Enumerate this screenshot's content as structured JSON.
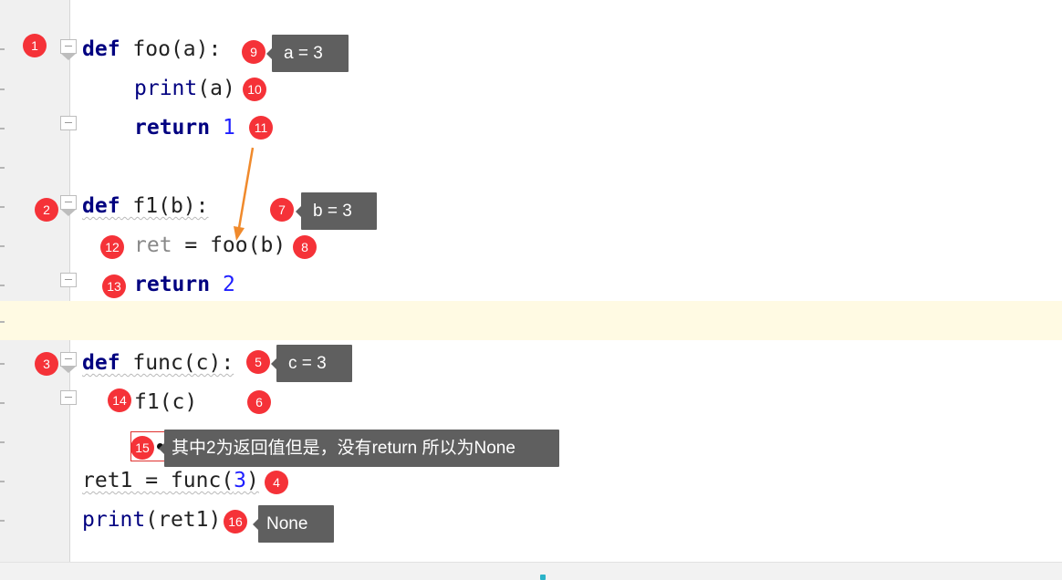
{
  "editor": {
    "lines": {
      "def_foo": {
        "kw": "def",
        "rest": "foo(a):"
      },
      "print_a": {
        "bi": "print",
        "rest": "(a)"
      },
      "return_1": {
        "kw": "return",
        "num": "1"
      },
      "def_f1": {
        "kw": "def",
        "rest": "f1(b):"
      },
      "ret_foo": {
        "grey": "ret",
        "rest": " = foo(b)"
      },
      "return_2": {
        "kw": "return",
        "num": "2"
      },
      "def_func": {
        "kw": "def",
        "rest": "func(c):"
      },
      "call_f1": {
        "rest": "f1(c)"
      },
      "ret1_line": {
        "pre": "ret1 = func(",
        "num": "3",
        "post": ")"
      },
      "print_ret1": {
        "bi": "print",
        "rest": "(ret1)"
      }
    }
  },
  "annotations": {
    "badges": [
      "1",
      "2",
      "3",
      "4",
      "5",
      "6",
      "7",
      "8",
      "9",
      "10",
      "11",
      "12",
      "13",
      "14",
      "15",
      "16"
    ],
    "tooltips": {
      "a_eq": "a = 3",
      "b_eq": "b = 3",
      "c_eq": "c = 3",
      "note": "其中2为返回值但是，没有return 所以为None",
      "none": "None"
    },
    "colors": {
      "badge": "#f53238",
      "tooltip": "#5f5f5f",
      "arrow": "#f08a2c",
      "highlight": "#fffae3"
    }
  }
}
